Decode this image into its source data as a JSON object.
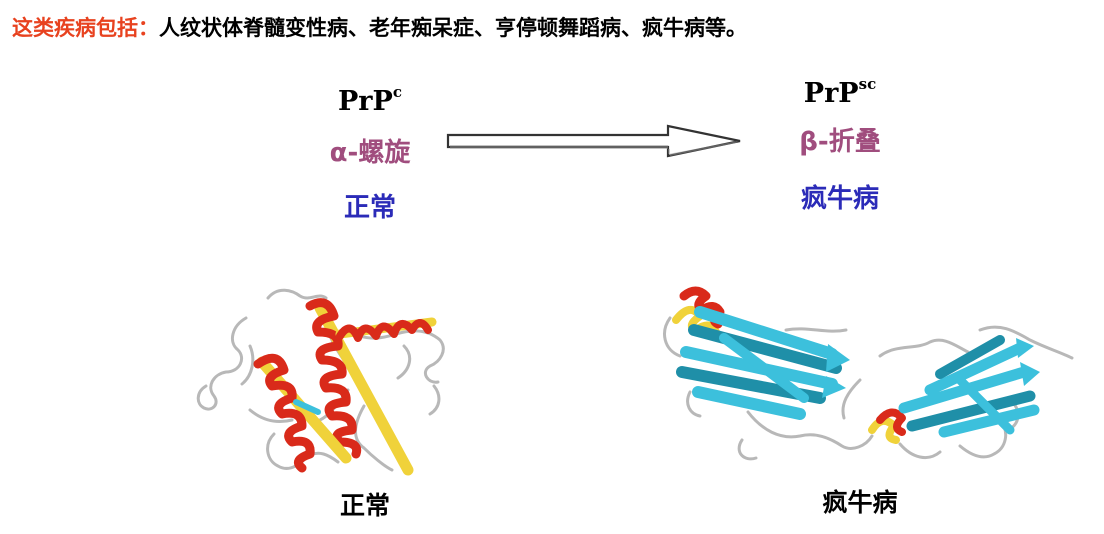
{
  "headline": {
    "lead": "这类疾病包括：",
    "rest": "人纹状体脊髓变性病、老年痴呆症、亨停顿舞蹈病、疯牛病等。"
  },
  "left": {
    "prp_base": "PrP",
    "prp_sup": "c",
    "structure": "α-螺旋",
    "status": "正常",
    "caption": "正常"
  },
  "right": {
    "prp_base": "PrP",
    "prp_sup": "sc",
    "structure": "β-折叠",
    "status": "疯牛病",
    "caption": "疯牛病"
  },
  "colors": {
    "lead_red": "#e8421f",
    "structure_purple": "#a04d7e",
    "status_blue": "#2b2bb8",
    "helix_red": "#d92a1a",
    "helix_yellow": "#f0d23a",
    "sheet_cyan": "#3cc0dc",
    "coil_gray": "#b8b8b8"
  },
  "icons": [
    "arrow-right-icon",
    "alpha-helix-protein-icon",
    "beta-sheet-protein-icon"
  ]
}
